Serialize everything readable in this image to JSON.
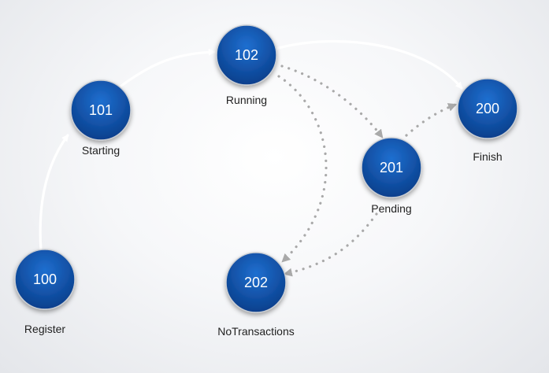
{
  "colors": {
    "node_fill_top": "#1f6fd0",
    "node_fill_bottom": "#0a3f8c",
    "solid_edge": "#ffffff",
    "dotted_edge": "#a9a9a9"
  },
  "nodes": {
    "n100": {
      "id": "100",
      "label": "Register"
    },
    "n101": {
      "id": "101",
      "label": "Starting"
    },
    "n102": {
      "id": "102",
      "label": "Running"
    },
    "n200": {
      "id": "200",
      "label": "Finish"
    },
    "n201": {
      "id": "201",
      "label": "Pending"
    },
    "n202": {
      "id": "202",
      "label": "NoTransactions"
    }
  },
  "edges": [
    {
      "from": "100",
      "to": "101",
      "style": "solid"
    },
    {
      "from": "101",
      "to": "102",
      "style": "solid"
    },
    {
      "from": "102",
      "to": "200",
      "style": "solid"
    },
    {
      "from": "102",
      "to": "201",
      "style": "dotted"
    },
    {
      "from": "102",
      "to": "202",
      "style": "dotted"
    },
    {
      "from": "201",
      "to": "200",
      "style": "dotted"
    },
    {
      "from": "201",
      "to": "202",
      "style": "dotted"
    }
  ]
}
